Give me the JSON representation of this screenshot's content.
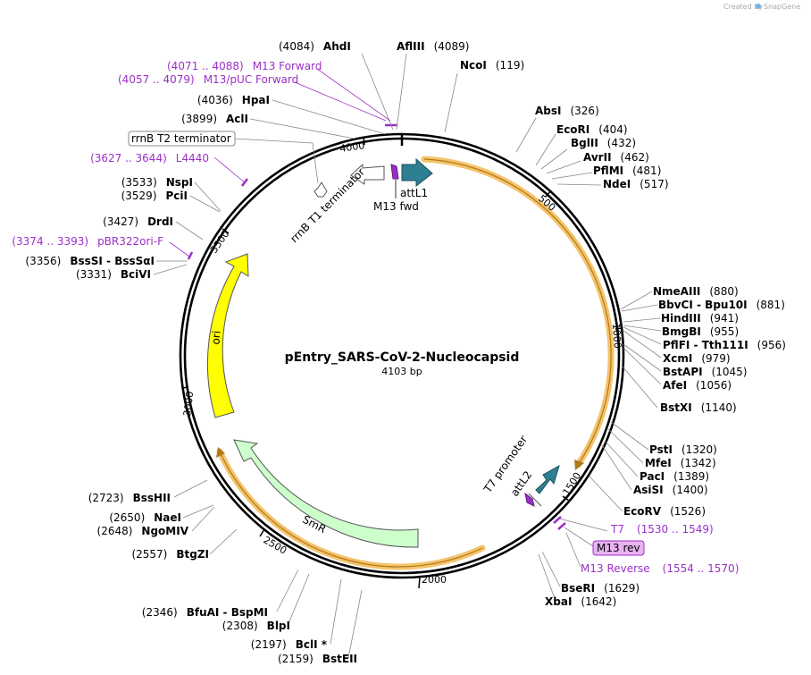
{
  "brand": {
    "created_by": "Created by",
    "name": "SnapGene"
  },
  "plasmid": {
    "name": "pEntry_SARS-CoV-2-Nucleocapsid",
    "length_label": "4103 bp"
  },
  "ticks": [
    {
      "label": "500"
    },
    {
      "label": "1000"
    },
    {
      "label": "1500"
    },
    {
      "label": "2000"
    },
    {
      "label": "2500"
    },
    {
      "label": "3000"
    },
    {
      "label": "3500"
    },
    {
      "label": "4000"
    }
  ],
  "features": {
    "attL1": "attL1",
    "m13fwd": "M13 fwd",
    "rrnb_t1": "rrnB T1 terminator",
    "rrnb_t2": "rrnB T2 terminator",
    "ori": "ori",
    "smr": "SmR",
    "t7_promoter": "T7 promoter",
    "attL2": "attL2",
    "m13rev": "M13 rev"
  },
  "enzymes_right": [
    {
      "name": "NcoI",
      "pos": "(119)"
    },
    {
      "name": "AbsI",
      "pos": "(326)"
    },
    {
      "name": "EcoRI",
      "pos": "(404)"
    },
    {
      "name": "BglII",
      "pos": "(432)"
    },
    {
      "name": "AvrII",
      "pos": "(462)"
    },
    {
      "name": "PflMI",
      "pos": "(481)"
    },
    {
      "name": "NdeI",
      "pos": "(517)"
    },
    {
      "name": "NmeAIII",
      "pos": "(880)"
    },
    {
      "name": "BbvCI  -  Bpu10I",
      "pos": "(881)"
    },
    {
      "name": "HindIII",
      "pos": "(941)"
    },
    {
      "name": "BmgBI",
      "pos": "(955)"
    },
    {
      "name": "PflFI  -  Tth111I",
      "pos": "(956)"
    },
    {
      "name": "XcmI",
      "pos": "(979)"
    },
    {
      "name": "BstAPI",
      "pos": "(1045)"
    },
    {
      "name": "AfeI",
      "pos": "(1056)"
    },
    {
      "name": "BstXI",
      "pos": "(1140)"
    },
    {
      "name": "PstI",
      "pos": "(1320)"
    },
    {
      "name": "MfeI",
      "pos": "(1342)"
    },
    {
      "name": "PacI",
      "pos": "(1389)"
    },
    {
      "name": "AsiSI",
      "pos": "(1400)"
    },
    {
      "name": "EcoRV",
      "pos": "(1526)"
    },
    {
      "name": "BseRI",
      "pos": "(1629)"
    },
    {
      "name": "XbaI",
      "pos": "(1642)"
    }
  ],
  "primers_right": [
    {
      "name": "T7",
      "pos": "(1530 .. 1549)"
    },
    {
      "name": "M13 Reverse",
      "pos": "(1554 .. 1570)"
    }
  ],
  "enzymes_top": [
    {
      "name": "AhdI",
      "pos": "(4084)"
    },
    {
      "name": "AflIII",
      "pos": "(4089)"
    }
  ],
  "primers_top": [
    {
      "name": "M13 Forward",
      "pos": "(4071 .. 4088)"
    },
    {
      "name": "M13/pUC Forward",
      "pos": "(4057 .. 4079)"
    }
  ],
  "enzymes_left": [
    {
      "name": "HpaI",
      "pos": "(4036)"
    },
    {
      "name": "AclI",
      "pos": "(3899)"
    },
    {
      "name": "NspI",
      "pos": "(3533)"
    },
    {
      "name": "PciI",
      "pos": "(3529)"
    },
    {
      "name": "DrdI",
      "pos": "(3427)"
    },
    {
      "name": "BssSI  -  BssSαI",
      "pos": "(3356)"
    },
    {
      "name": "BciVI",
      "pos": "(3331)"
    },
    {
      "name": "BssHII",
      "pos": "(2723)"
    },
    {
      "name": "NaeI",
      "pos": "(2650)"
    },
    {
      "name": "NgoMIV",
      "pos": "(2648)"
    },
    {
      "name": "BtgZI",
      "pos": "(2557)"
    },
    {
      "name": "BfuAI  -  BspMI",
      "pos": "(2346)"
    },
    {
      "name": "BlpI",
      "pos": "(2308)"
    },
    {
      "name": "BclI *",
      "pos": "(2197)"
    },
    {
      "name": "BstEII",
      "pos": "(2159)"
    }
  ],
  "primers_left": [
    {
      "name": "L4440",
      "pos": "(3627 .. 3644)"
    },
    {
      "name": "pBR322ori-F",
      "pos": "(3374 .. 3393)"
    }
  ],
  "colors": {
    "primer": "#9b30c8",
    "ori": "#ffff00",
    "smr": "#ccffcc",
    "attL": "#2e7f91",
    "highlight": "#f5c36b",
    "m13rev_box": "#e8b3f0"
  }
}
